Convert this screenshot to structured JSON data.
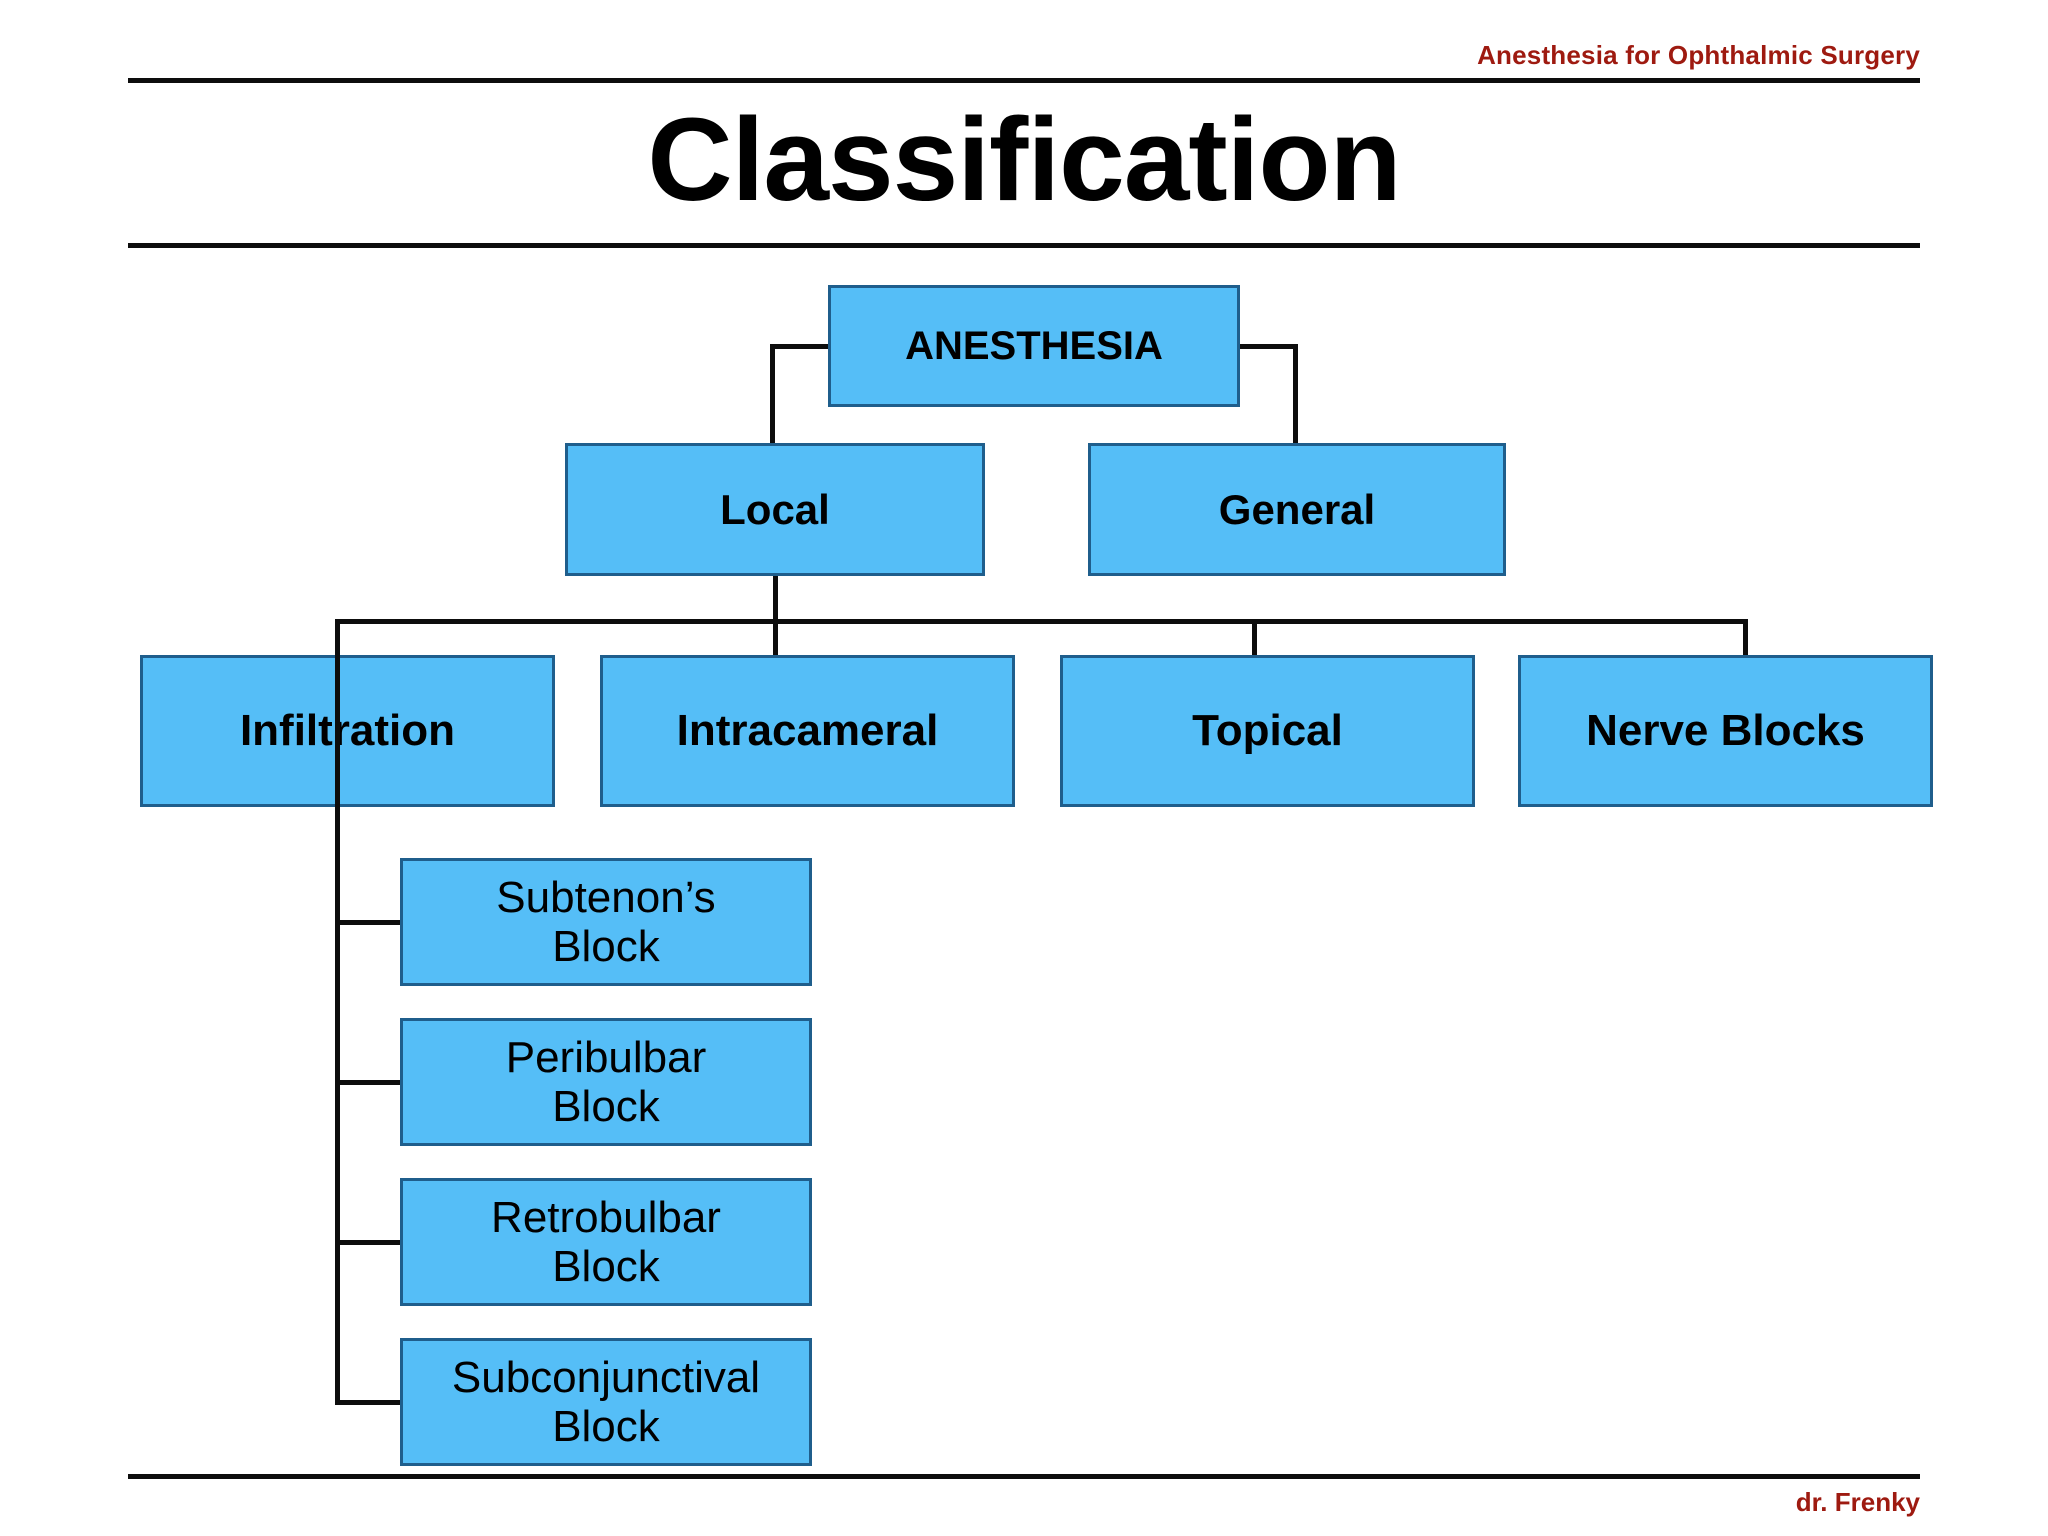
{
  "header": {
    "course_title": "Anesthesia for Ophthalmic Surgery"
  },
  "footer": {
    "author": "dr. Frenky"
  },
  "page_title": "Classification",
  "colors": {
    "box_fill": "#55BEF7",
    "box_border": "#1F5E8C",
    "rule": "#0D0D0D",
    "accent_text": "#9E1A10",
    "text": "#000000",
    "background": "#FFFFFF"
  },
  "chart_data": {
    "type": "diagram",
    "title": "Classification",
    "nodes": [
      {
        "id": "anesthesia",
        "label": "ANESTHESIA",
        "level": 0,
        "style": "bold"
      },
      {
        "id": "local",
        "label": "Local",
        "level": 1,
        "style": "bold",
        "parent": "anesthesia"
      },
      {
        "id": "general",
        "label": "General",
        "level": 1,
        "style": "bold",
        "parent": "anesthesia"
      },
      {
        "id": "infiltration",
        "label": "Infiltration",
        "level": 2,
        "style": "bold",
        "parent": "local"
      },
      {
        "id": "intracameral",
        "label": "Intracameral",
        "level": 2,
        "style": "bold",
        "parent": "local"
      },
      {
        "id": "topical",
        "label": "Topical",
        "level": 2,
        "style": "bold",
        "parent": "local"
      },
      {
        "id": "nerve_blocks",
        "label": "Nerve Blocks",
        "level": 2,
        "style": "bold",
        "parent": "local"
      },
      {
        "id": "subtenons",
        "label": "Subtenon’s Block",
        "level": 3,
        "style": "plain",
        "parent": "infiltration"
      },
      {
        "id": "peribulbar",
        "label": "Peribulbar Block",
        "level": 3,
        "style": "plain",
        "parent": "infiltration"
      },
      {
        "id": "retrobulbar",
        "label": "Retrobulbar Block",
        "level": 3,
        "style": "plain",
        "parent": "infiltration"
      },
      {
        "id": "subconjunctival",
        "label": "Subconjunctival Block",
        "level": 3,
        "style": "plain",
        "parent": "infiltration"
      }
    ]
  },
  "nodes": {
    "anesthesia": "ANESTHESIA",
    "local": "Local",
    "general": "General",
    "infiltration": "Infiltration",
    "intracameral": "Intracameral",
    "topical": "Topical",
    "nerve_blocks": "Nerve Blocks",
    "subtenons_line1": "Subtenon’s",
    "subtenons_line2": "Block",
    "peribulbar_line1": "Peribulbar",
    "peribulbar_line2": "Block",
    "retrobulbar_line1": "Retrobulbar",
    "retrobulbar_line2": "Block",
    "subconjunctival_line1": "Subconjunctival",
    "subconjunctival_line2": "Block"
  }
}
